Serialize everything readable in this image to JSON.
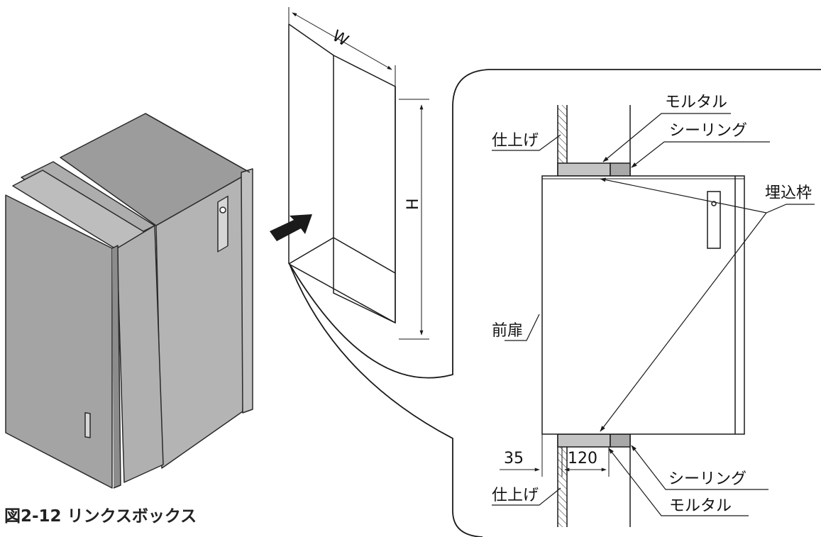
{
  "caption": "図2-12 リンクスボックス",
  "opening": {
    "width_label": "W",
    "height_label": "H"
  },
  "detail": {
    "mortar_top": "モルタル",
    "sealing_top": "シーリング",
    "finish_top": "仕上げ",
    "embed_frame": "埋込枠",
    "front_door": "前扉",
    "dim_35": "35",
    "dim_120": "120",
    "finish_bottom": "仕上げ",
    "sealing_bottom": "シーリング",
    "mortar_bottom": "モルタル"
  },
  "colors": {
    "cabinet_front": "#a4a4a4",
    "cabinet_side": "#b4b4b4",
    "cabinet_top": "#9c9c9c",
    "mortar_fill": "#c4c4c4",
    "sealing_fill": "#a8a8a8",
    "line": "#1a1a1a"
  }
}
